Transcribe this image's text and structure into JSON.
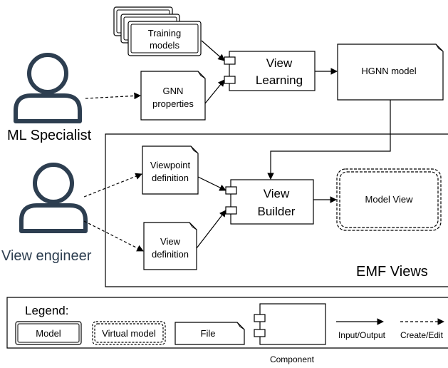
{
  "actors": {
    "ml_specialist": "ML Specialist",
    "view_engineer": "View engineer"
  },
  "inputs": {
    "training_models_line1": "Training",
    "training_models_line2": "models",
    "gnn_properties_line1": "GNN",
    "gnn_properties_line2": "properties",
    "viewpoint_definition_line1": "Viewpoint",
    "viewpoint_definition_line2": "definition",
    "view_definition_line1": "View",
    "view_definition_line2": "definition"
  },
  "components": {
    "view_learning_line1": "View",
    "view_learning_line2": "Learning",
    "view_builder_line1": "View",
    "view_builder_line2": "Builder"
  },
  "outputs": {
    "hgnn_model": "HGNN model",
    "model_view": "Model View"
  },
  "boundary": {
    "title": "EMF Views"
  },
  "legend": {
    "title": "Legend:",
    "model": "Model",
    "virtual_model": "Virtual model",
    "file": "File",
    "component": "Component",
    "input_output": "Input/Output",
    "create_edit": "Create/Edit"
  },
  "colors": {
    "actor": "#2d3e50",
    "line": "#000000"
  }
}
